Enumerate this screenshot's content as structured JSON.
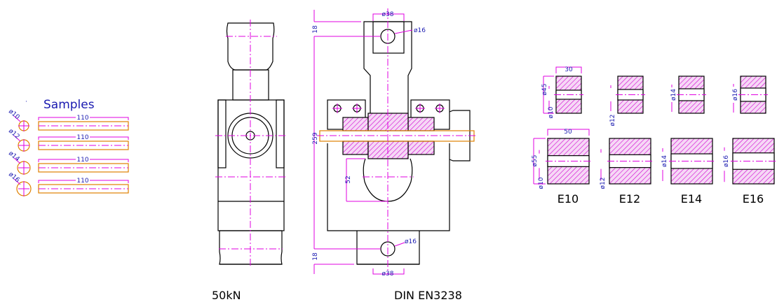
{
  "samples": {
    "title": "Samples",
    "rows": [
      {
        "diameter": "ø10",
        "length": "110"
      },
      {
        "diameter": "ø12",
        "length": "110"
      },
      {
        "diameter": "ø14",
        "length": "110"
      },
      {
        "diameter": "ø16",
        "length": "110"
      }
    ]
  },
  "views": {
    "side_label": "50kN",
    "front_label": "DIN EN3238",
    "dims": {
      "top_width": "ø38",
      "bottom_width": "ø38",
      "top_hole": "ø16",
      "bottom_hole": "ø16",
      "top_offset": "18",
      "bottom_offset": "18",
      "total_length": "259",
      "bulb_depth": "52"
    }
  },
  "inserts": {
    "small_width": "30",
    "small_outer": "ø45",
    "large_width": "50",
    "large_outer": "ø55",
    "items": [
      {
        "label": "E10",
        "bore": "ø10"
      },
      {
        "label": "E12",
        "bore": "ø12"
      },
      {
        "label": "E14",
        "bore": "ø14"
      },
      {
        "label": "E16",
        "bore": "ø16"
      }
    ]
  },
  "colors": {
    "line": "#000000",
    "dimension": "#e000e0",
    "text": "#1a1ab0",
    "sample": "#e08000"
  }
}
